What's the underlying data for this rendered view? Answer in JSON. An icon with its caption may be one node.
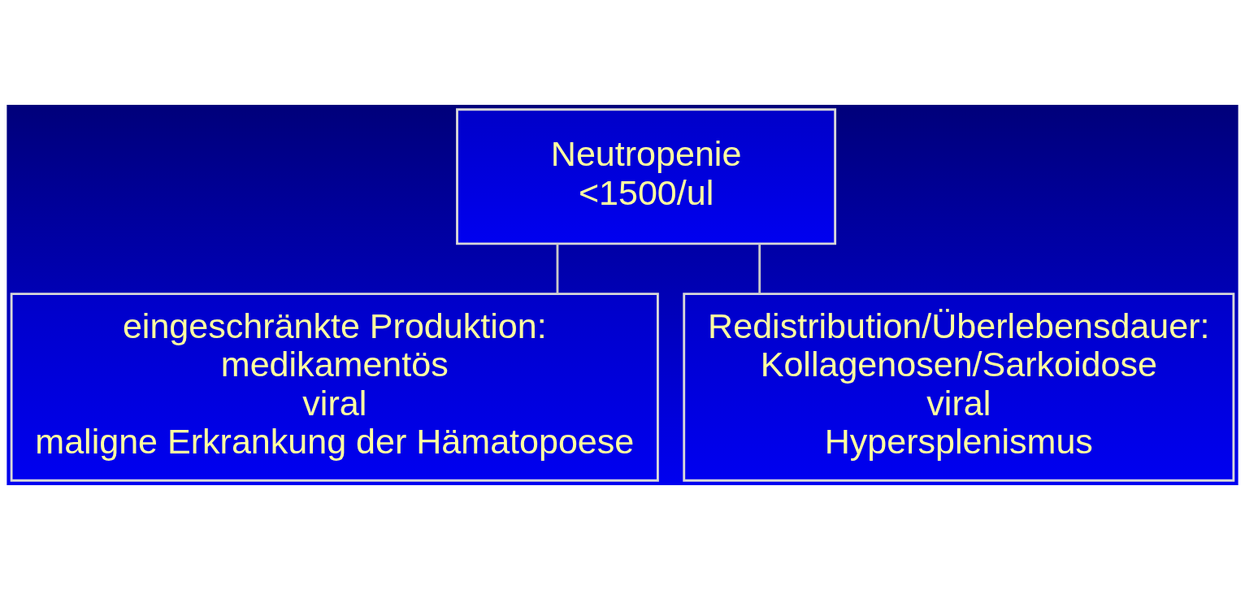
{
  "diagram": {
    "nodes": [
      {
        "text": [
          "Neutropenie",
          "<1500/ul"
        ]
      },
      {
        "text": [
          "eingeschränkte Produktion:",
          "medikamentös",
          "viral",
          "maligne Erkrankung der Hämatopoese"
        ]
      },
      {
        "text": [
          "Redistribution/Überlebensdauer:",
          "Kollagenosen/Sarkoidose",
          "viral",
          "Hypersplenismus"
        ]
      }
    ],
    "edges": [
      {
        "from": 0,
        "to": 1,
        "arrow": "none"
      },
      {
        "from": 0,
        "to": 2,
        "arrow": "none"
      }
    ]
  }
}
